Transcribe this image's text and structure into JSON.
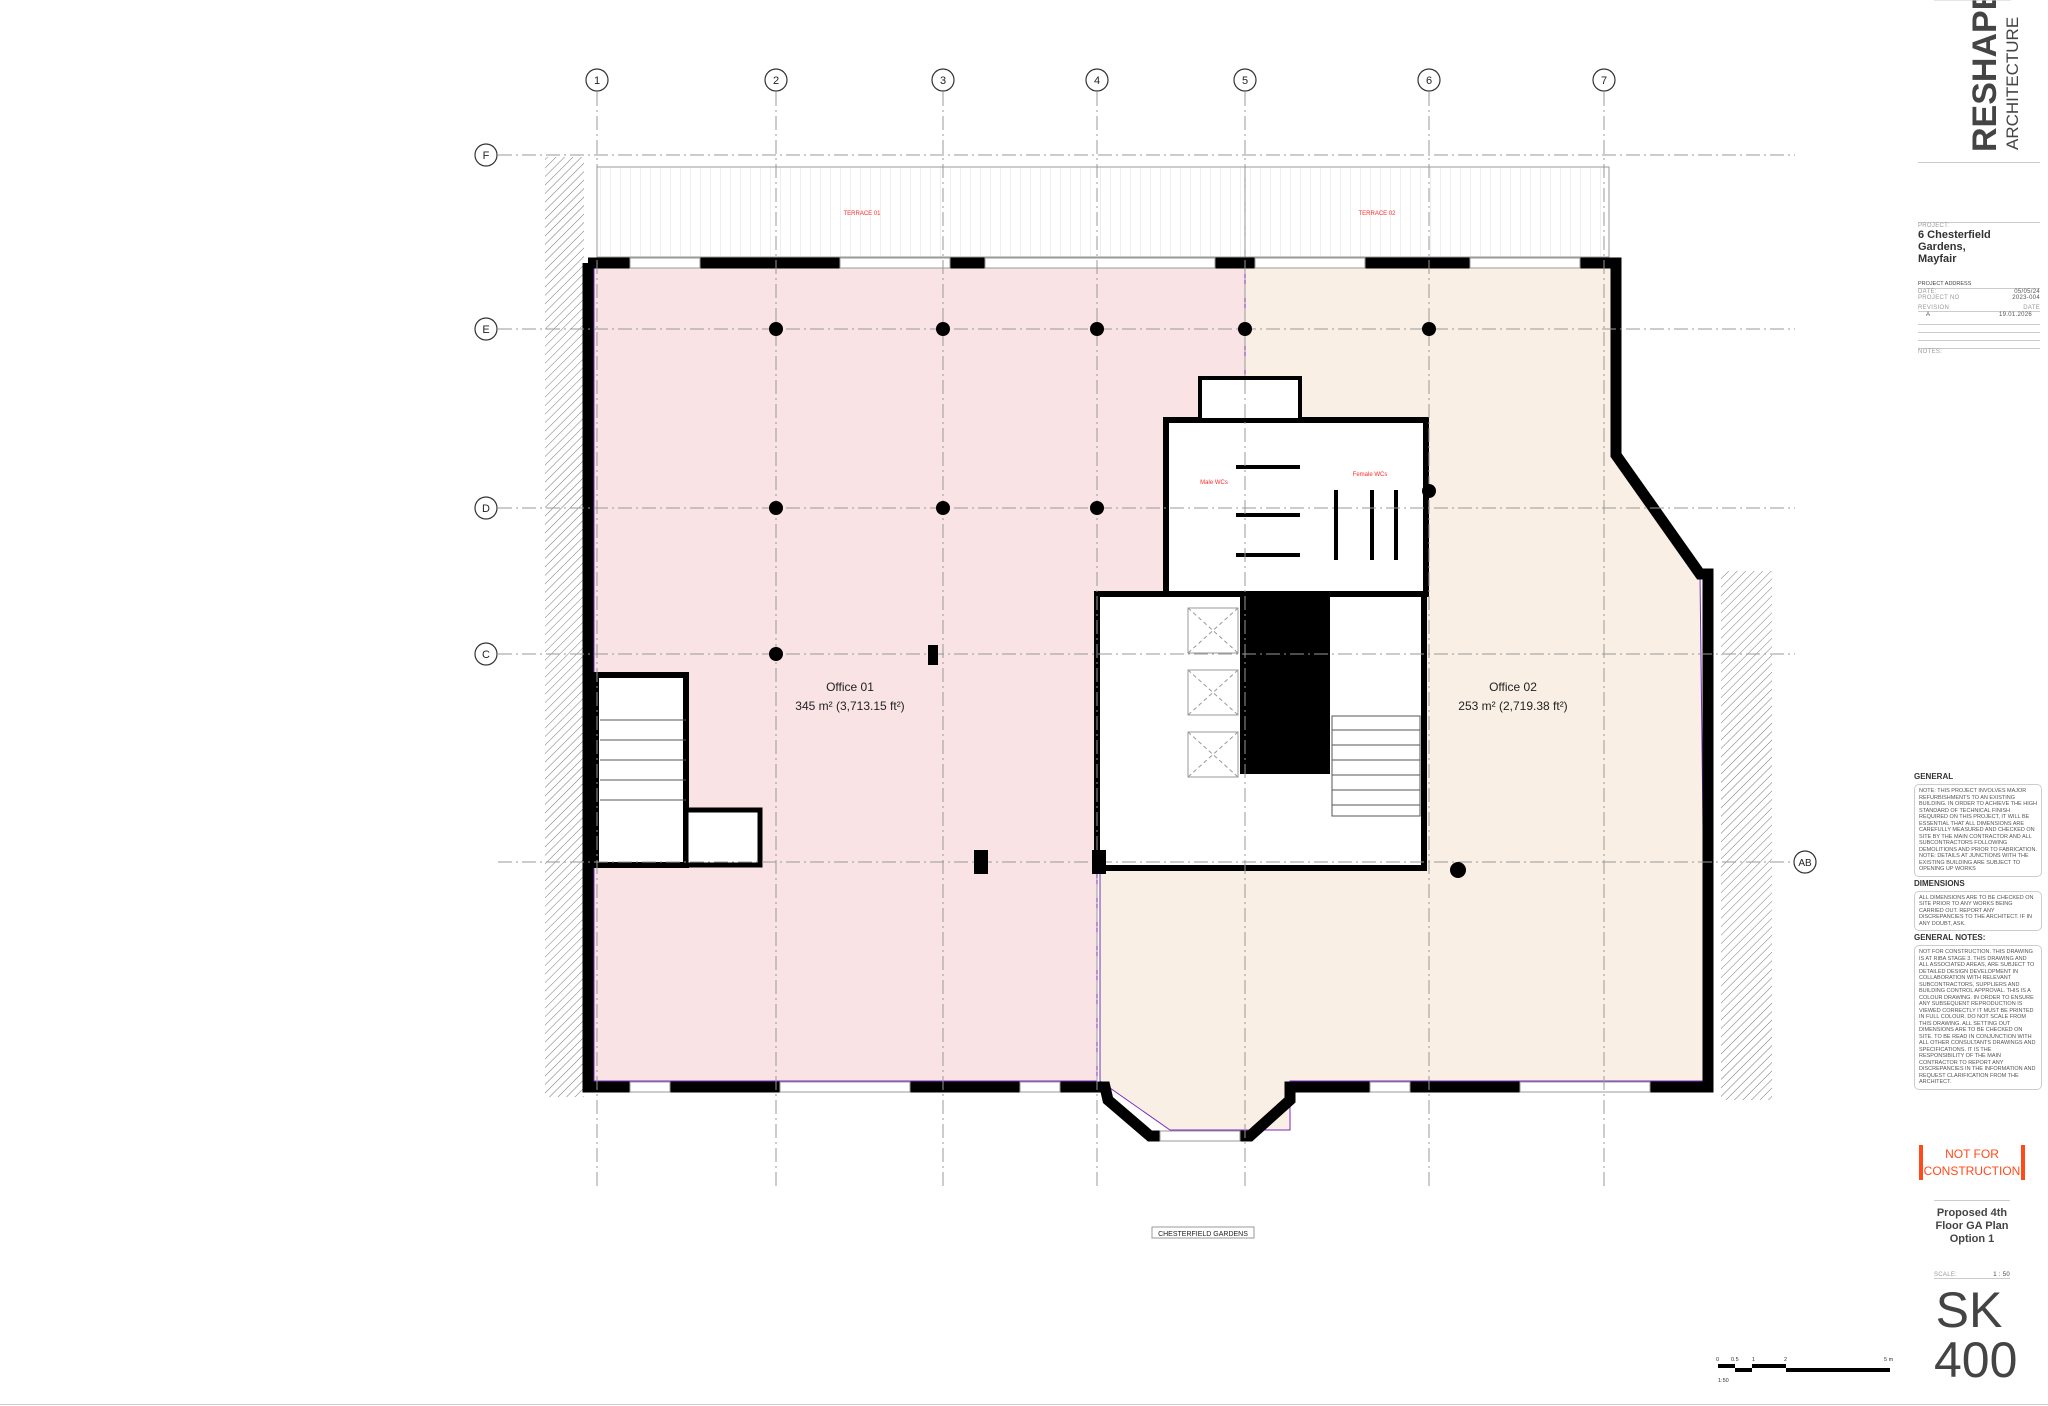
{
  "grid": {
    "columns": [
      "1",
      "2",
      "3",
      "4",
      "5",
      "6",
      "7"
    ],
    "rows": [
      "F",
      "E",
      "D",
      "C",
      "AB"
    ]
  },
  "rooms": {
    "office_01": {
      "name": "Office 01",
      "area": "345 m² (3,713.15 ft²)"
    },
    "office_02": {
      "name": "Office 02",
      "area": "253 m² (2,719.38 ft²)"
    },
    "terrace_01": "TERRACE 01",
    "terrace_02": "TERRACE 02",
    "male_wc": "Male WCs",
    "female_wc": "Female WCs",
    "street": "CHESTERFIELD GARDENS"
  },
  "colors": {
    "office_01": "#f9e3e5",
    "office_02": "#faefe4",
    "label_red": "#ff2a2a",
    "warning": "#ff4a1a"
  },
  "scale_bar": {
    "ticks": [
      "0",
      "0.5",
      "1",
      "2",
      "5 m"
    ],
    "ratio": "1:50"
  },
  "title_block": {
    "firm_line1": "RESHAPE",
    "firm_line2": "ARCHITECTURE",
    "project_label": "PROJECT:",
    "project_name": "6 Chesterfield Gardens, Mayfair",
    "address_label": "PROJECT ADDRESS",
    "date_label": "DATE:",
    "date_value": "05/05/24",
    "project_no_label": "PROJECT NO",
    "project_no_value": "2023-004",
    "revision_label": "REVISION",
    "revision_date_label": "DATE",
    "revision": "A",
    "revision_date": "19.01.2026",
    "notes_label": "NOTES:",
    "general_heading": "GENERAL",
    "general_text": "NOTE: THIS PROJECT INVOLVES MAJOR REFURBISHMENTS TO AN EXISTING BUILDING. IN ORDER TO ACHIEVE THE HIGH STANDARD OF TECHNICAL FINISH REQUIRED ON THIS PROJECT, IT WILL BE ESSENTIAL THAT ALL DIMENSIONS ARE CAREFULLY MEASURED AND CHECKED ON SITE BY THE MAIN CONTRACTOR AND ALL SUBCONTRACTORS FOLLOWING DEMOLITIONS AND PRIOR TO FABRICATION. NOTE: DETAILS AT JUNCTIONS WITH THE EXISTING BUILDING ARE SUBJECT TO OPENING UP WORKS",
    "dimensions_heading": "DIMENSIONS",
    "dimensions_text": "ALL DIMENSIONS ARE TO BE CHECKED ON SITE PRIOR TO ANY WORKS BEING CARRIED OUT. REPORT ANY DISCREPANCIES TO THE ARCHITECT. IF IN ANY DOUBT, ASK.",
    "general_notes_heading": "GENERAL NOTES:",
    "general_notes_text": "NOT FOR CONSTRUCTION. THIS DRAWING IS AT RIBA STAGE 3. THIS DRAWING AND ALL ASSOCIATED AREAS, ARE SUBJECT TO DETAILED DESIGN DEVELOPMENT IN COLLABORATION WITH RELEVANT SUBCONTRACTORS, SUPPLIERS AND BUILDING CONTROL APPROVAL. THIS IS A COLOUR DRAWING. IN ORDER TO ENSURE ANY SUBSEQUENT REPRODUCTION IS VIEWED CORRECTLY IT MUST BE PRINTED IN FULL COLOUR. DO NOT SCALE FROM THIS DRAWING. ALL SETTING OUT DIMENSIONS ARE TO BE CHECKED ON SITE. TO BE READ IN CONJUNCTION WITH ALL OTHER CONSULTANTS DRAWINGS AND SPECIFICATIONS. IT IS THE RESPONSIBILITY OF THE MAIN CONTRACTOR TO REPORT ANY DISCREPANCIES IN THE INFORMATION AND REQUEST CLARIFICATION FROM THE ARCHITECT.",
    "warning": "NOT FOR CONSTRUCTION",
    "drawing_title": "Proposed 4th Floor GA Plan Option 1",
    "scale_label": "SCALE:",
    "scale_value": "1 : 50",
    "sheet_number": "SK 400"
  }
}
